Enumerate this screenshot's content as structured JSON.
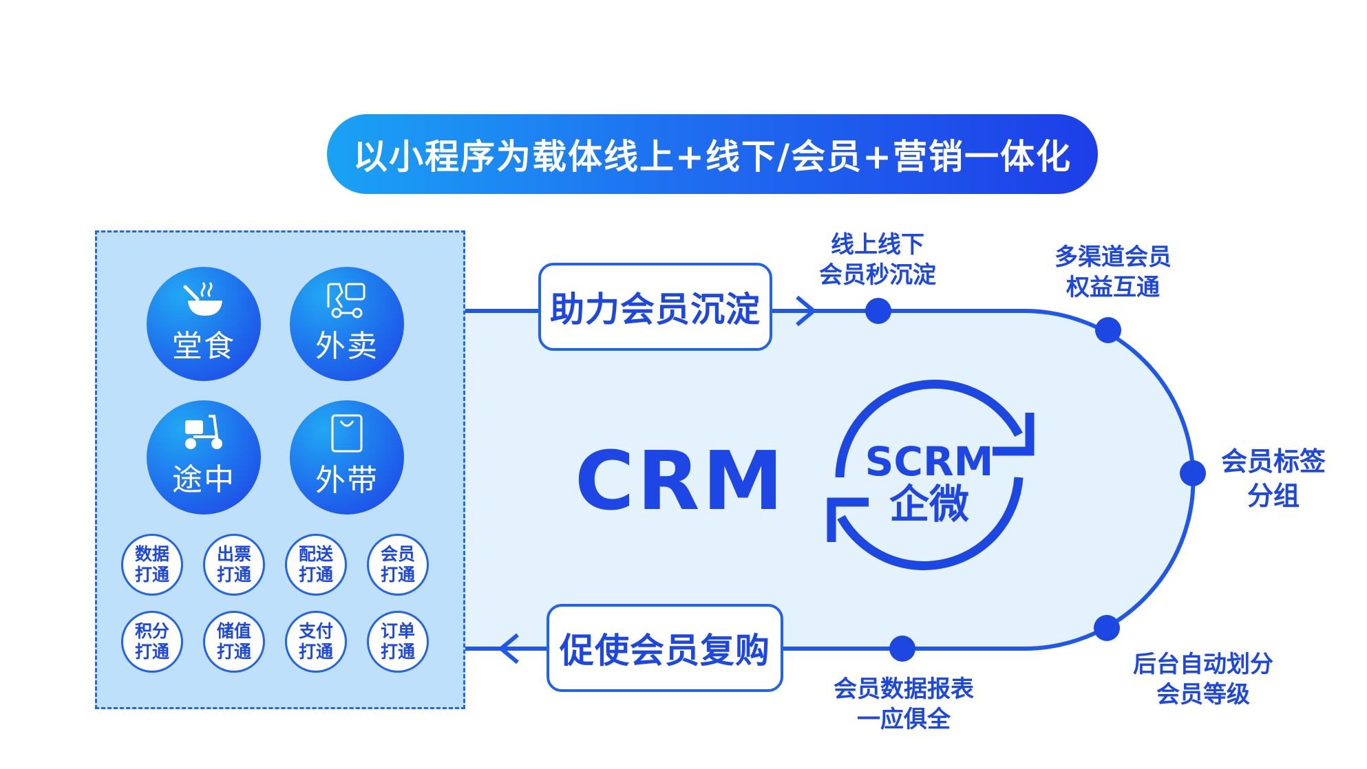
{
  "banner": {
    "title": "以小程序为载体线上+线下/会员+营销一体化"
  },
  "channels": [
    {
      "label": "堂食",
      "icon": "bowl-icon"
    },
    {
      "label": "外卖",
      "icon": "delivery-cart-icon"
    },
    {
      "label": "途中",
      "icon": "scooter-icon"
    },
    {
      "label": "外带",
      "icon": "shopping-bag-icon"
    }
  ],
  "integrations": [
    {
      "line1": "数据",
      "line2": "打通"
    },
    {
      "line1": "出票",
      "line2": "打通"
    },
    {
      "line1": "配送",
      "line2": "打通"
    },
    {
      "line1": "会员",
      "line2": "打通"
    },
    {
      "line1": "积分",
      "line2": "打通"
    },
    {
      "line1": "储值",
      "line2": "打通"
    },
    {
      "line1": "支付",
      "line2": "打通"
    },
    {
      "line1": "订单",
      "line2": "打通"
    }
  ],
  "flow": {
    "top_box": "助力会员沉淀",
    "bottom_box": "促使会员复购",
    "center_label": "CRM",
    "cycle": {
      "line1": "SCRM",
      "line2": "企微"
    },
    "nodes": [
      {
        "line1": "线上线下",
        "line2": "会员秒沉淀"
      },
      {
        "line1": "多渠道会员",
        "line2": "权益互通"
      },
      {
        "line1": "会员标签",
        "line2": "分组"
      },
      {
        "line1": "后台自动划分",
        "line2": "会员等级"
      },
      {
        "line1": "会员数据报表",
        "line2": "一应俱全"
      }
    ]
  },
  "colors": {
    "primary": "#1d47e3",
    "panel_bg": "#bfe0fb",
    "track_bg": "#e3f2fc",
    "banner_start": "#1aa2f5",
    "banner_end": "#1d3ee8"
  }
}
